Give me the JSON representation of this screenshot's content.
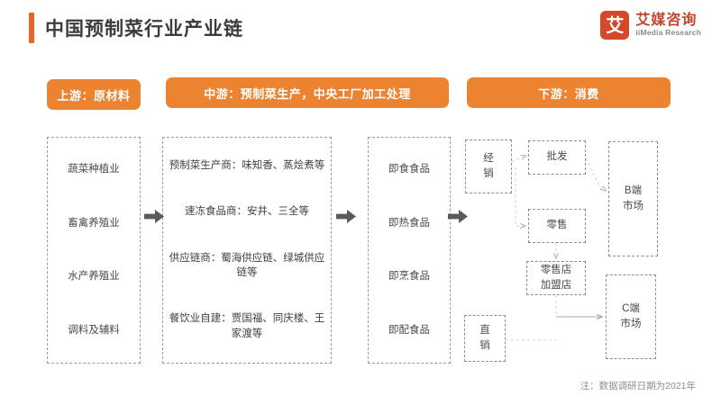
{
  "header": {
    "title": "中国预制菜行业产业链",
    "accent_color": "#e8622a",
    "logo": {
      "mark_glyph": "艾",
      "name_cn": "艾媒咨询",
      "name_en": "iiMedia Research",
      "mark_color": "#d4492a",
      "text_color": "#c0452c"
    }
  },
  "stages": {
    "upstream_label": "上游：原材料",
    "midstream_label": "中游：预制菜生产，中央工厂加工处理",
    "downstream_label": "下游：消费",
    "pill_color": "#ec8330"
  },
  "upstream": {
    "items": [
      "蔬菜种植业",
      "畜禽养殖业",
      "水产养殖业",
      "调料及辅料"
    ]
  },
  "midstream": {
    "items": [
      "预制菜生产商：味知香、蒸烩煮等",
      "速冻食品商：安井、三全等",
      "供应链商：蜀海供应链、绿城供应链等",
      "餐饮业自建：贾国福、同庆楼、王家渡等"
    ]
  },
  "products": {
    "items": [
      "即食食品",
      "即热食品",
      "即烹食品",
      "即配食品"
    ]
  },
  "downstream": {
    "nodes": [
      {
        "id": "jingxiao",
        "label": "经销"
      },
      {
        "id": "pifa",
        "label": "批发"
      },
      {
        "id": "lingshou",
        "label": "零售"
      },
      {
        "id": "jiameng",
        "label": "零售店\n加盟店"
      },
      {
        "id": "zhixiao",
        "label": "直销"
      },
      {
        "id": "bduan",
        "label": "B端\n市场"
      },
      {
        "id": "cduan",
        "label": "C端\n市场"
      }
    ],
    "node_labels": {
      "jingxiao": "经销",
      "pifa": "批发",
      "lingshou": "零售",
      "jiameng": "零售店加盟店",
      "zhixiao": "直销",
      "bduan": "B端市场",
      "cduan": "C端市场"
    }
  },
  "flow_arrows": {
    "count": 3,
    "color": "#5a5a5a",
    "description": "upstream-to-midstream, midstream-to-products, products-to-downstream"
  },
  "footnote": "注：数据调研日期为2021年"
}
